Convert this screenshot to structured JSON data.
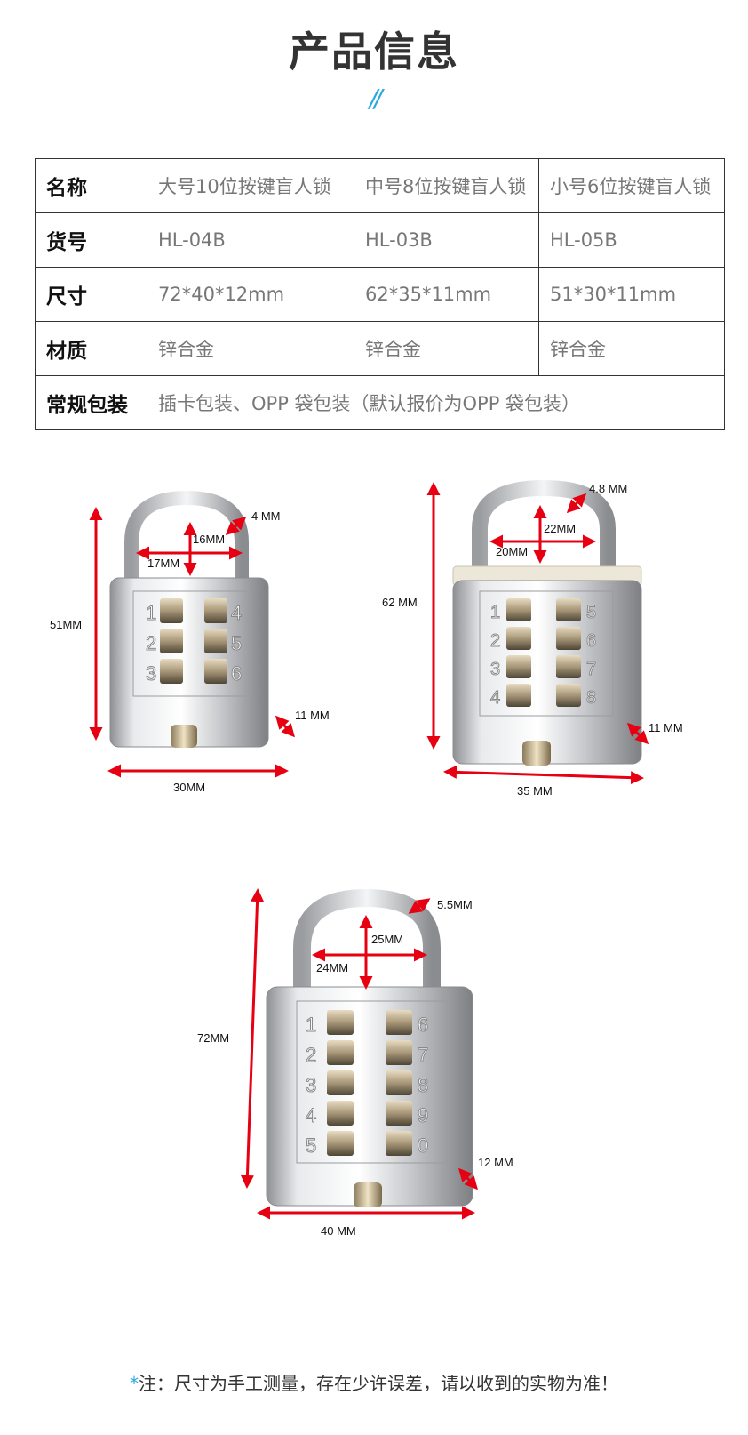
{
  "header": {
    "title": "产品信息",
    "deco": "//"
  },
  "table": {
    "rows": [
      {
        "label": "名称",
        "cells": [
          "大号10位按键盲人锁",
          "中号8位按键盲人锁",
          "小号6位按键盲人锁"
        ]
      },
      {
        "label": "货号",
        "cells": [
          "HL-04B",
          "HL-03B",
          "HL-05B"
        ]
      },
      {
        "label": "尺寸",
        "cells": [
          "72*40*12mm",
          "62*35*11mm",
          "51*30*11mm"
        ]
      },
      {
        "label": "材质",
        "cells": [
          "锌合金",
          "锌合金",
          "锌合金"
        ]
      },
      {
        "label": "常规包装",
        "merged": "插卡包装、OPP 袋包装（默认报价为OPP 袋包装）"
      }
    ]
  },
  "locks": [
    {
      "keys": [
        "1",
        "2",
        "3",
        "4",
        "5",
        "6"
      ],
      "dims": {
        "height": "51MM",
        "width": "30MM",
        "depth": "11 MM",
        "shackle_thick": "4 MM",
        "inner_h": "16MM",
        "inner_w": "17MM"
      }
    },
    {
      "keys": [
        "1",
        "2",
        "3",
        "4",
        "5",
        "6",
        "7",
        "8"
      ],
      "dims": {
        "height": "62 MM",
        "width": "35 MM",
        "depth": "11 MM",
        "shackle_thick": "4.8 MM",
        "inner_h": "22MM",
        "inner_w": "20MM"
      }
    },
    {
      "keys": [
        "1",
        "2",
        "3",
        "4",
        "5",
        "6",
        "7",
        "8",
        "9",
        "0"
      ],
      "dims": {
        "height": "72MM",
        "width": "40 MM",
        "depth": "12 MM",
        "shackle_thick": "5.5MM",
        "inner_h": "25MM",
        "inner_w": "24MM"
      }
    }
  ],
  "note": {
    "star": "*",
    "text": "注：尺寸为手工测量，存在少许误差，请以收到的实物为准！"
  },
  "colors": {
    "accent": "#29a8e0",
    "arrow": "#e60012",
    "text": "#333333"
  }
}
